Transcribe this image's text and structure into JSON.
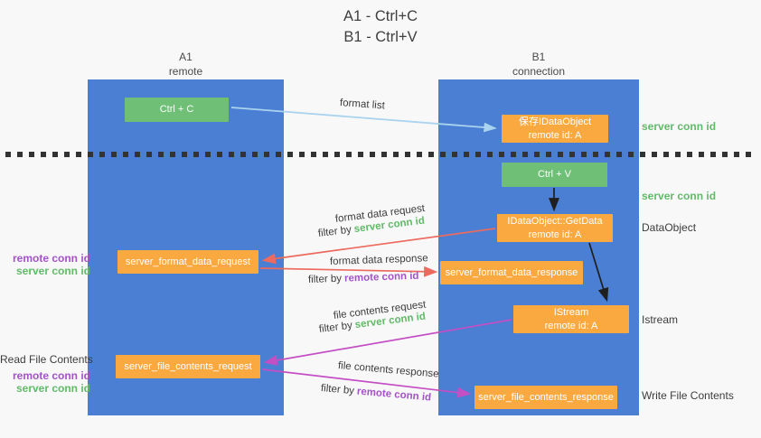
{
  "title": {
    "line1": "A1 - Ctrl+C",
    "line2": "B1 - Ctrl+V"
  },
  "lanes": {
    "a": {
      "name": "A1",
      "subtitle": "remote"
    },
    "b": {
      "name": "B1",
      "subtitle": "connection"
    }
  },
  "nodes": {
    "ctrl_c": {
      "label": "Ctrl + C"
    },
    "save_dataobject": {
      "line1": "保存IDataObject",
      "line2": "remote id: A"
    },
    "ctrl_v": {
      "label": "Ctrl + V"
    },
    "getdata": {
      "line1": "IDataObject::GetData",
      "line2": "remote id: A"
    },
    "format_request": {
      "label": "server_format_data_request"
    },
    "format_response": {
      "label": "server_format_data_response"
    },
    "istream": {
      "line1": "IStream",
      "line2": "remote id: A"
    },
    "file_request": {
      "label": "server_file_contents_request"
    },
    "file_response": {
      "label": "server_file_contents_response"
    }
  },
  "right_labels": {
    "server_conn_id_top": "server conn id",
    "server_conn_id_mid": "server conn id",
    "dataobject": "DataObject",
    "istream": "Istream",
    "write_file_contents": "Write File Contents"
  },
  "left_labels": {
    "remote_conn_id_1": "remote conn id",
    "server_conn_id_1": "server conn id",
    "read_file_contents": "Read File Contents",
    "remote_conn_id_2": "remote conn id",
    "server_conn_id_2": "server conn id"
  },
  "edge_labels": {
    "format_list": "format list",
    "format_data_request": "format data request",
    "format_data_response": "format data response",
    "file_contents_request": "file contents request",
    "file_contents_response": "file contents response",
    "filter_by": "filter by",
    "server_conn_id": "server conn id",
    "remote_conn_id": "remote conn id"
  },
  "colors": {
    "lane_blue": "#4a7fd3",
    "green_box": "#6fbf76",
    "orange_box": "#f9a940",
    "green_text": "#62ba68",
    "purple_text": "#a452c8",
    "red_arrow": "#ed6a5f",
    "magenta_arrow": "#c44fc4",
    "light_blue_arrow": "#a9d3ee",
    "black_arrow": "#1f1f1f"
  }
}
